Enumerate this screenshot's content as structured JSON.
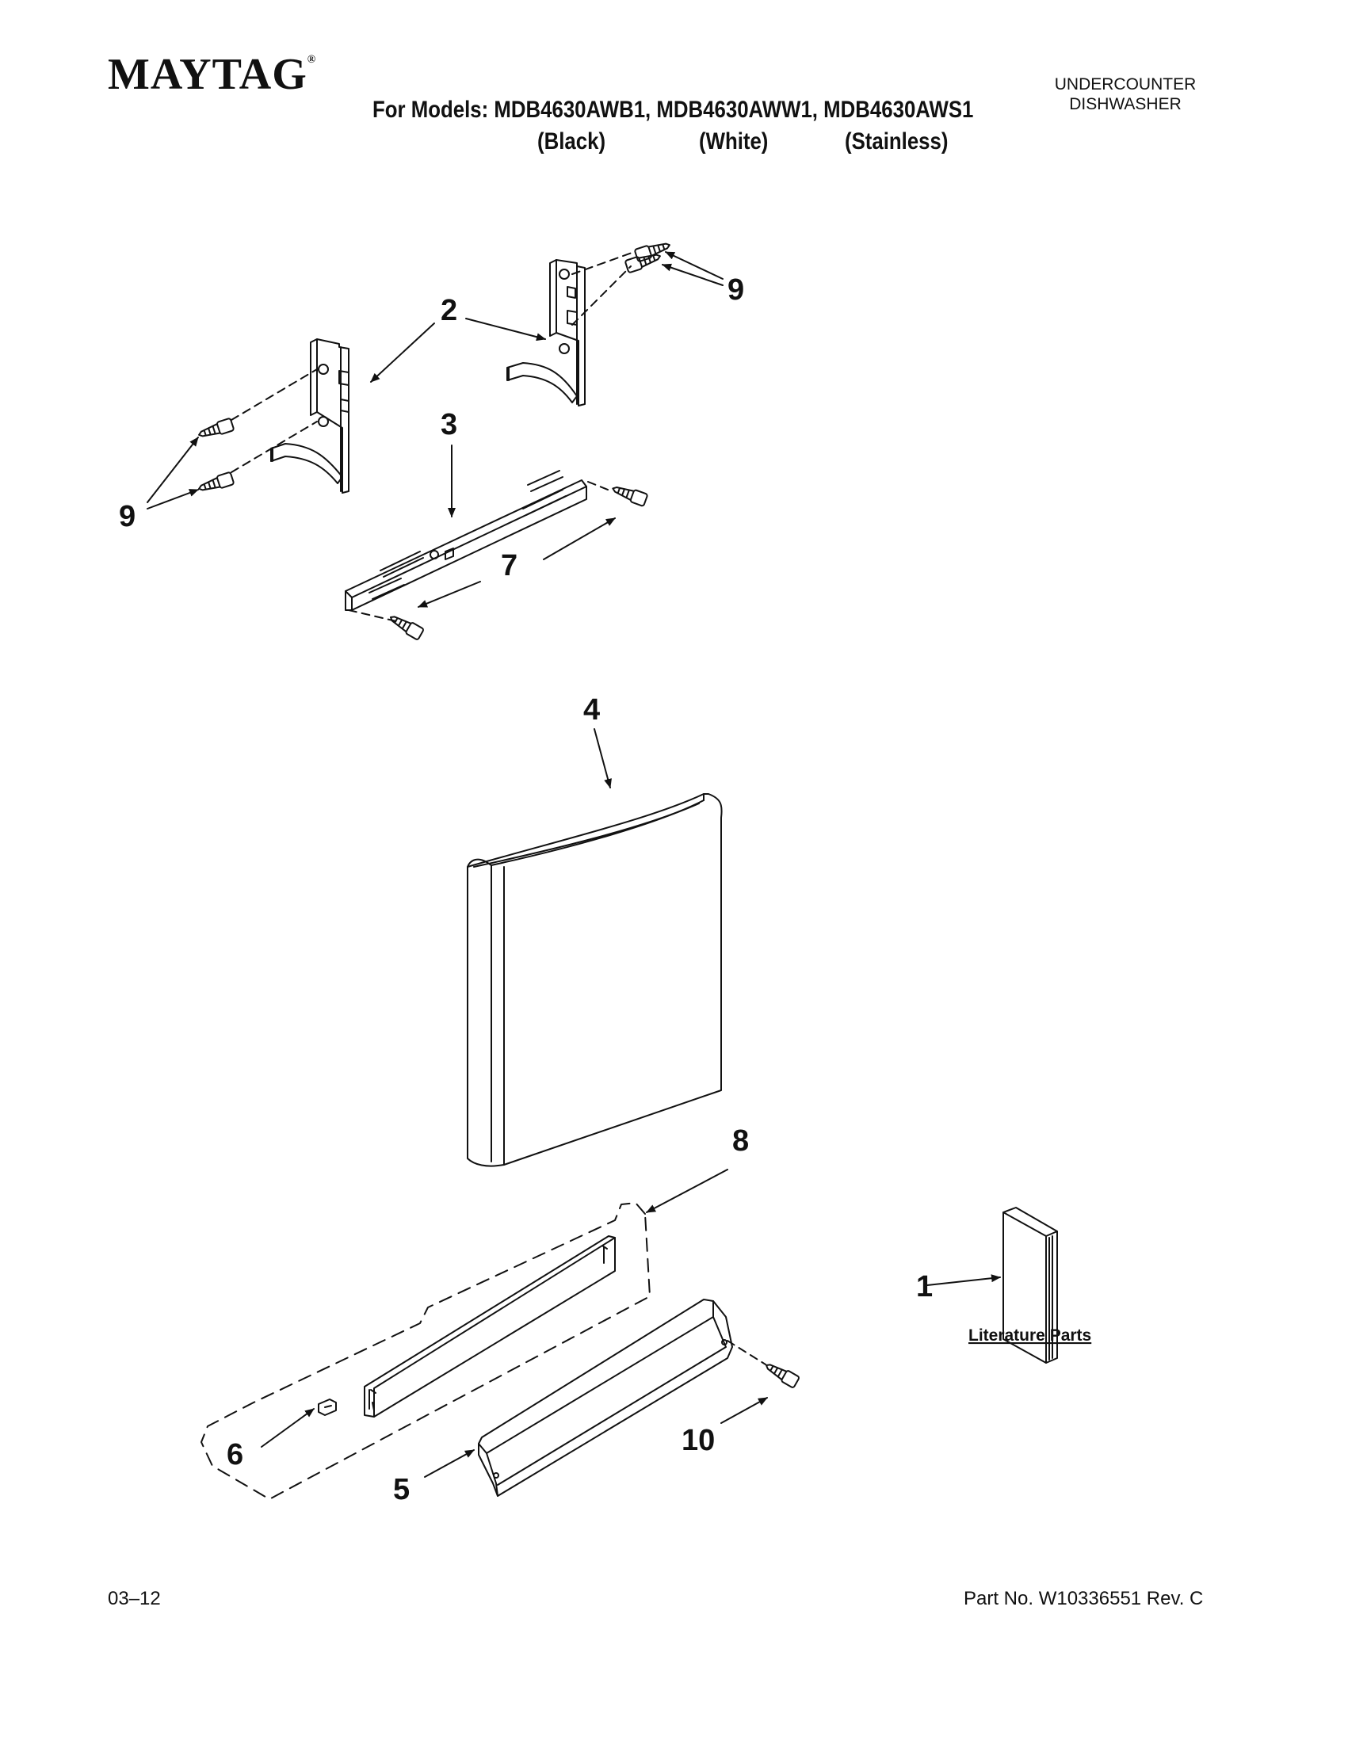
{
  "header": {
    "brand": "MAYTAG",
    "brand_mark": "®",
    "models_line": "For Models: MDB4630AWB1, MDB4630AWW1, MDB4630AWS1",
    "variants": [
      "(Black)",
      "(White)",
      "(Stainless)"
    ],
    "product_type": [
      "UNDERCOUNTER",
      "DISHWASHER"
    ]
  },
  "diagram": {
    "callouts": {
      "c1": "1",
      "c2": "2",
      "c3": "3",
      "c4": "4",
      "c5": "5",
      "c6": "6",
      "c7": "7",
      "c8": "8",
      "c9": "9",
      "c10": "10"
    },
    "literature_label": "Literature Parts"
  },
  "footer": {
    "date_code": "03–12",
    "part_number": "Part No. W10336551 Rev. C"
  }
}
